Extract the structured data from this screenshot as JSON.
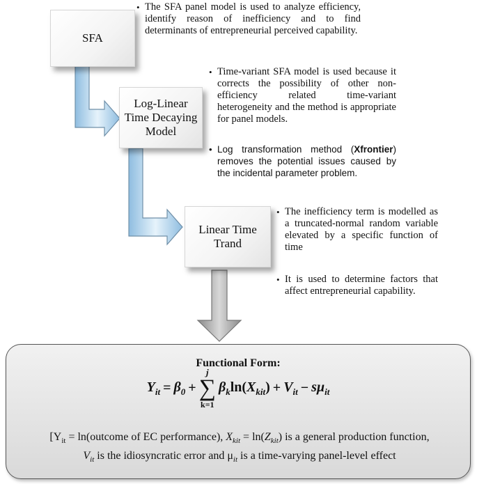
{
  "boxes": {
    "sfa": "SFA",
    "log_linear": [
      "Log-Linear",
      "Time Decaying",
      "Model"
    ],
    "linear_time": [
      "Linear Time",
      "Trand"
    ]
  },
  "notes": {
    "sfa_note": "The SFA panel model is used to analyze efficiency, identify reason of inefficiency and to find determinants of entrepreneurial perceived capability.",
    "log_note_1": "Time-variant SFA model is used because it corrects the possibility of other non-efficiency related time-variant heterogeneity and the method is appropriate for panel models.",
    "log_note_2_pre": "Log transformation method (",
    "log_note_2_bold": "Xfrontier",
    "log_note_2_post": ") removes the potential issues caused by the incidental parameter problem.",
    "trend_note_1": "The inefficiency term is modelled as a truncated-normal random variable elevated by a specific function of time",
    "trend_note_2": "It is used to determine factors that affect entrepreneurial capability."
  },
  "formula": {
    "title": "Functional Form:",
    "lhs": "Y",
    "lhs_sub": "it",
    "eq_beta0": "β",
    "eq_beta0_sub": "0",
    "sum_upper": "j",
    "sum_lower": "k=1",
    "desc_line1_a": "[Y",
    "desc_line1_a_sub": "it",
    "desc_line1_b": " = ln(outcome of EC performance), ",
    "desc_line1_c": " is a general production function,",
    "desc_line2_a": " is the idiosyncratic error and μ",
    "desc_line2_b": " is a time-varying panel-level effect"
  },
  "colors": {
    "arrow_fill": "#b9d9ee",
    "arrow_stroke": "#6f8fa8",
    "down_arrow_fill": "#a8a8a8"
  }
}
